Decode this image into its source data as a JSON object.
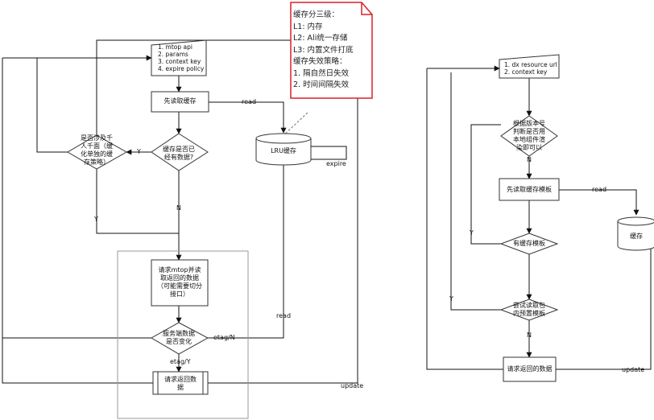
{
  "note": {
    "lines": [
      "缓存分三级：",
      "L1: 内存",
      "L2: Ali统一存储",
      "L3: 内置文件打底",
      "缓存失效策略：",
      "1. 隔自然日失效",
      "2. 时间间隔失效"
    ]
  },
  "left": {
    "input_lines": [
      "1. mtop api",
      "2. params",
      "3. context key",
      "4. expire policy"
    ],
    "read_cache": "先读取缓存",
    "has_data_lines": [
      "缓存是否已",
      "经有数据?"
    ],
    "personalized_lines": [
      "是否涉及千",
      "人千面（缓",
      "化单独的缓",
      "存策略）"
    ],
    "lru": "LRU缓存",
    "request_lines": [
      "请求mtop并读",
      "取返回的数据",
      "（可能需要切分",
      "接口）"
    ],
    "changed_lines": [
      "服务端数据",
      "是否变化"
    ],
    "return_lines": [
      "请求返回数",
      "据"
    ],
    "edges": {
      "read_top": "read",
      "y_has_data": "Y",
      "expire": "expire",
      "n_has_data": "N",
      "y_personalized": "Y",
      "read_right": "read",
      "etag_n": "etag/N",
      "etag_y": "etag/Y",
      "update": "update"
    }
  },
  "right": {
    "input_lines": [
      "1. dx resource url",
      "2. context key"
    ],
    "version_lines": [
      "根据版本号",
      "判断是否用",
      "本地组件渲",
      "染即可以"
    ],
    "read_template": "先读取缓存模板",
    "has_template": "有缓存模板",
    "builtin_lines": [
      "尝试读取包",
      "内预置模板"
    ],
    "cache": "缓存",
    "request_data": "请求返回的数据",
    "edges": {
      "n_version": "N",
      "read": "read",
      "y_has_template": "Y",
      "y_builtin": "Y",
      "n_builtin": "N",
      "update": "update"
    }
  },
  "colors": {
    "line": "#111111",
    "node_border": "#333333",
    "node_fill": "#ffffff",
    "note_border": "#d8202a",
    "note_fill": "#ffffff",
    "frame": "#9a9a9a"
  }
}
